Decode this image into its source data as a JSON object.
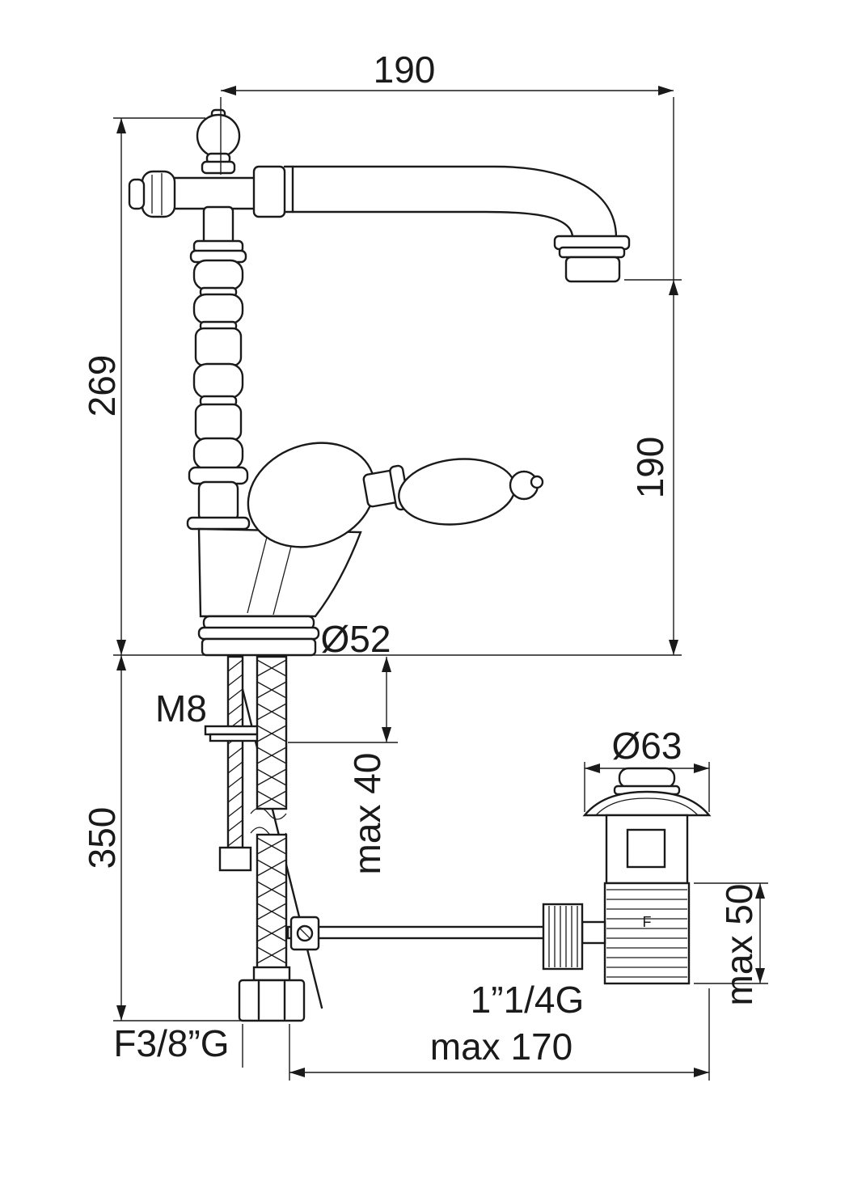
{
  "drawing": {
    "type": "faucet-installation-dimension-drawing",
    "labels": {
      "spout_reach": "190",
      "height_total": "269",
      "spout_height": "190",
      "base_diameter": "Ø52",
      "stud_thread": "M8",
      "under_length": "350",
      "deck_thickness": "max 40",
      "waste_flange_diameter": "Ø63",
      "waste_depth": "max 50",
      "waste_thread": "1”1/4G",
      "rod_reach": "max 170",
      "hose_thread": "F3/8”G",
      "stamp": "F"
    },
    "colors": {
      "line": "#1a1a1a",
      "background": "#ffffff"
    }
  }
}
